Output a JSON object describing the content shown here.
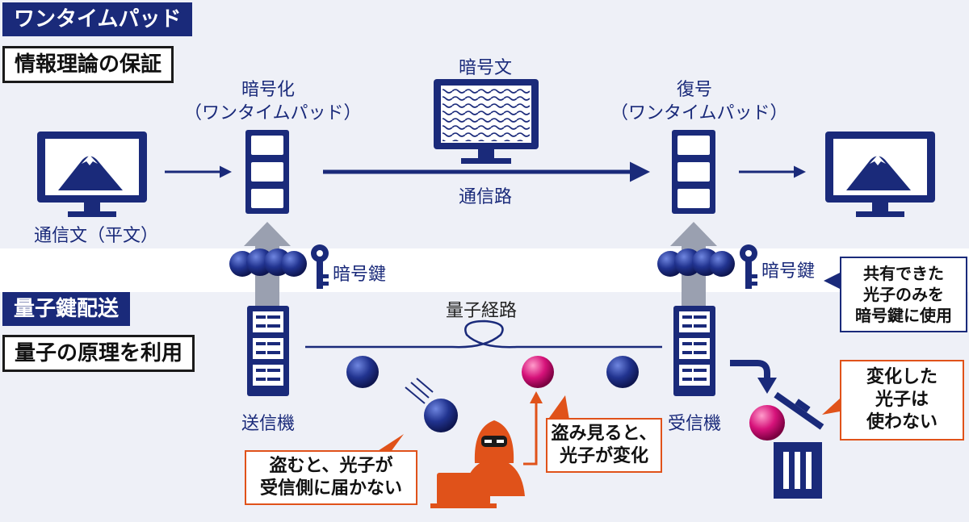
{
  "sections": {
    "one_time_pad": "ワンタイムパッド",
    "info_theory": "情報理論の保証",
    "qkd": "量子鍵配送",
    "quantum_principle": "量子の原理を利用"
  },
  "labels": {
    "plaintext": "通信文（平文）",
    "encrypt_line1": "暗号化",
    "encrypt_line2": "（ワンタイムパッド）",
    "ciphertext": "暗号文",
    "channel": "通信路",
    "decrypt_line1": "復号",
    "decrypt_line2": "（ワンタイムパッド）",
    "key_left": "暗号鍵",
    "key_right": "暗号鍵",
    "quantum_path": "量子経路",
    "sender": "送信機",
    "receiver": "受信機"
  },
  "callouts": {
    "steal": [
      "盗むと、光子が",
      "受信側に届かない"
    ],
    "peek": [
      "盗み見ると、",
      "光子が変化"
    ],
    "shared": [
      "共有できた",
      "光子のみを",
      "暗号鍵に使用"
    ],
    "changed": [
      "変化した",
      "光子は",
      "使わない"
    ]
  },
  "colors": {
    "navy": "#1a2a7a",
    "orange": "#e0521a",
    "magenta": "#d6127a",
    "gray_arrow": "#9aa0b0"
  }
}
